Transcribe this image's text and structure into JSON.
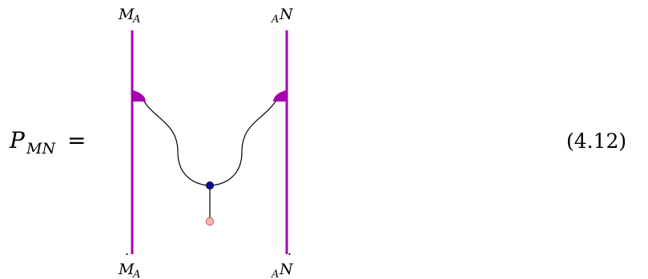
{
  "equation": {
    "lhs_symbol": "P",
    "lhs_subscript": "MN",
    "equals": "=",
    "number": "(4.12)"
  },
  "labels": {
    "top_left_main": "M",
    "top_left_sub": "A",
    "top_right_sub": "A",
    "top_right_main": "N",
    "bottom_left_main": "M",
    "bottom_left_sub": "A",
    "bottom_right_sub": "A",
    "bottom_right_main": "N",
    "dot_accent": "˙"
  },
  "colors": {
    "vertical_lines": "#a800b0",
    "blue_node": "#0a0a9e",
    "pink_node": "#f5b5b0",
    "wire": "#000000"
  }
}
